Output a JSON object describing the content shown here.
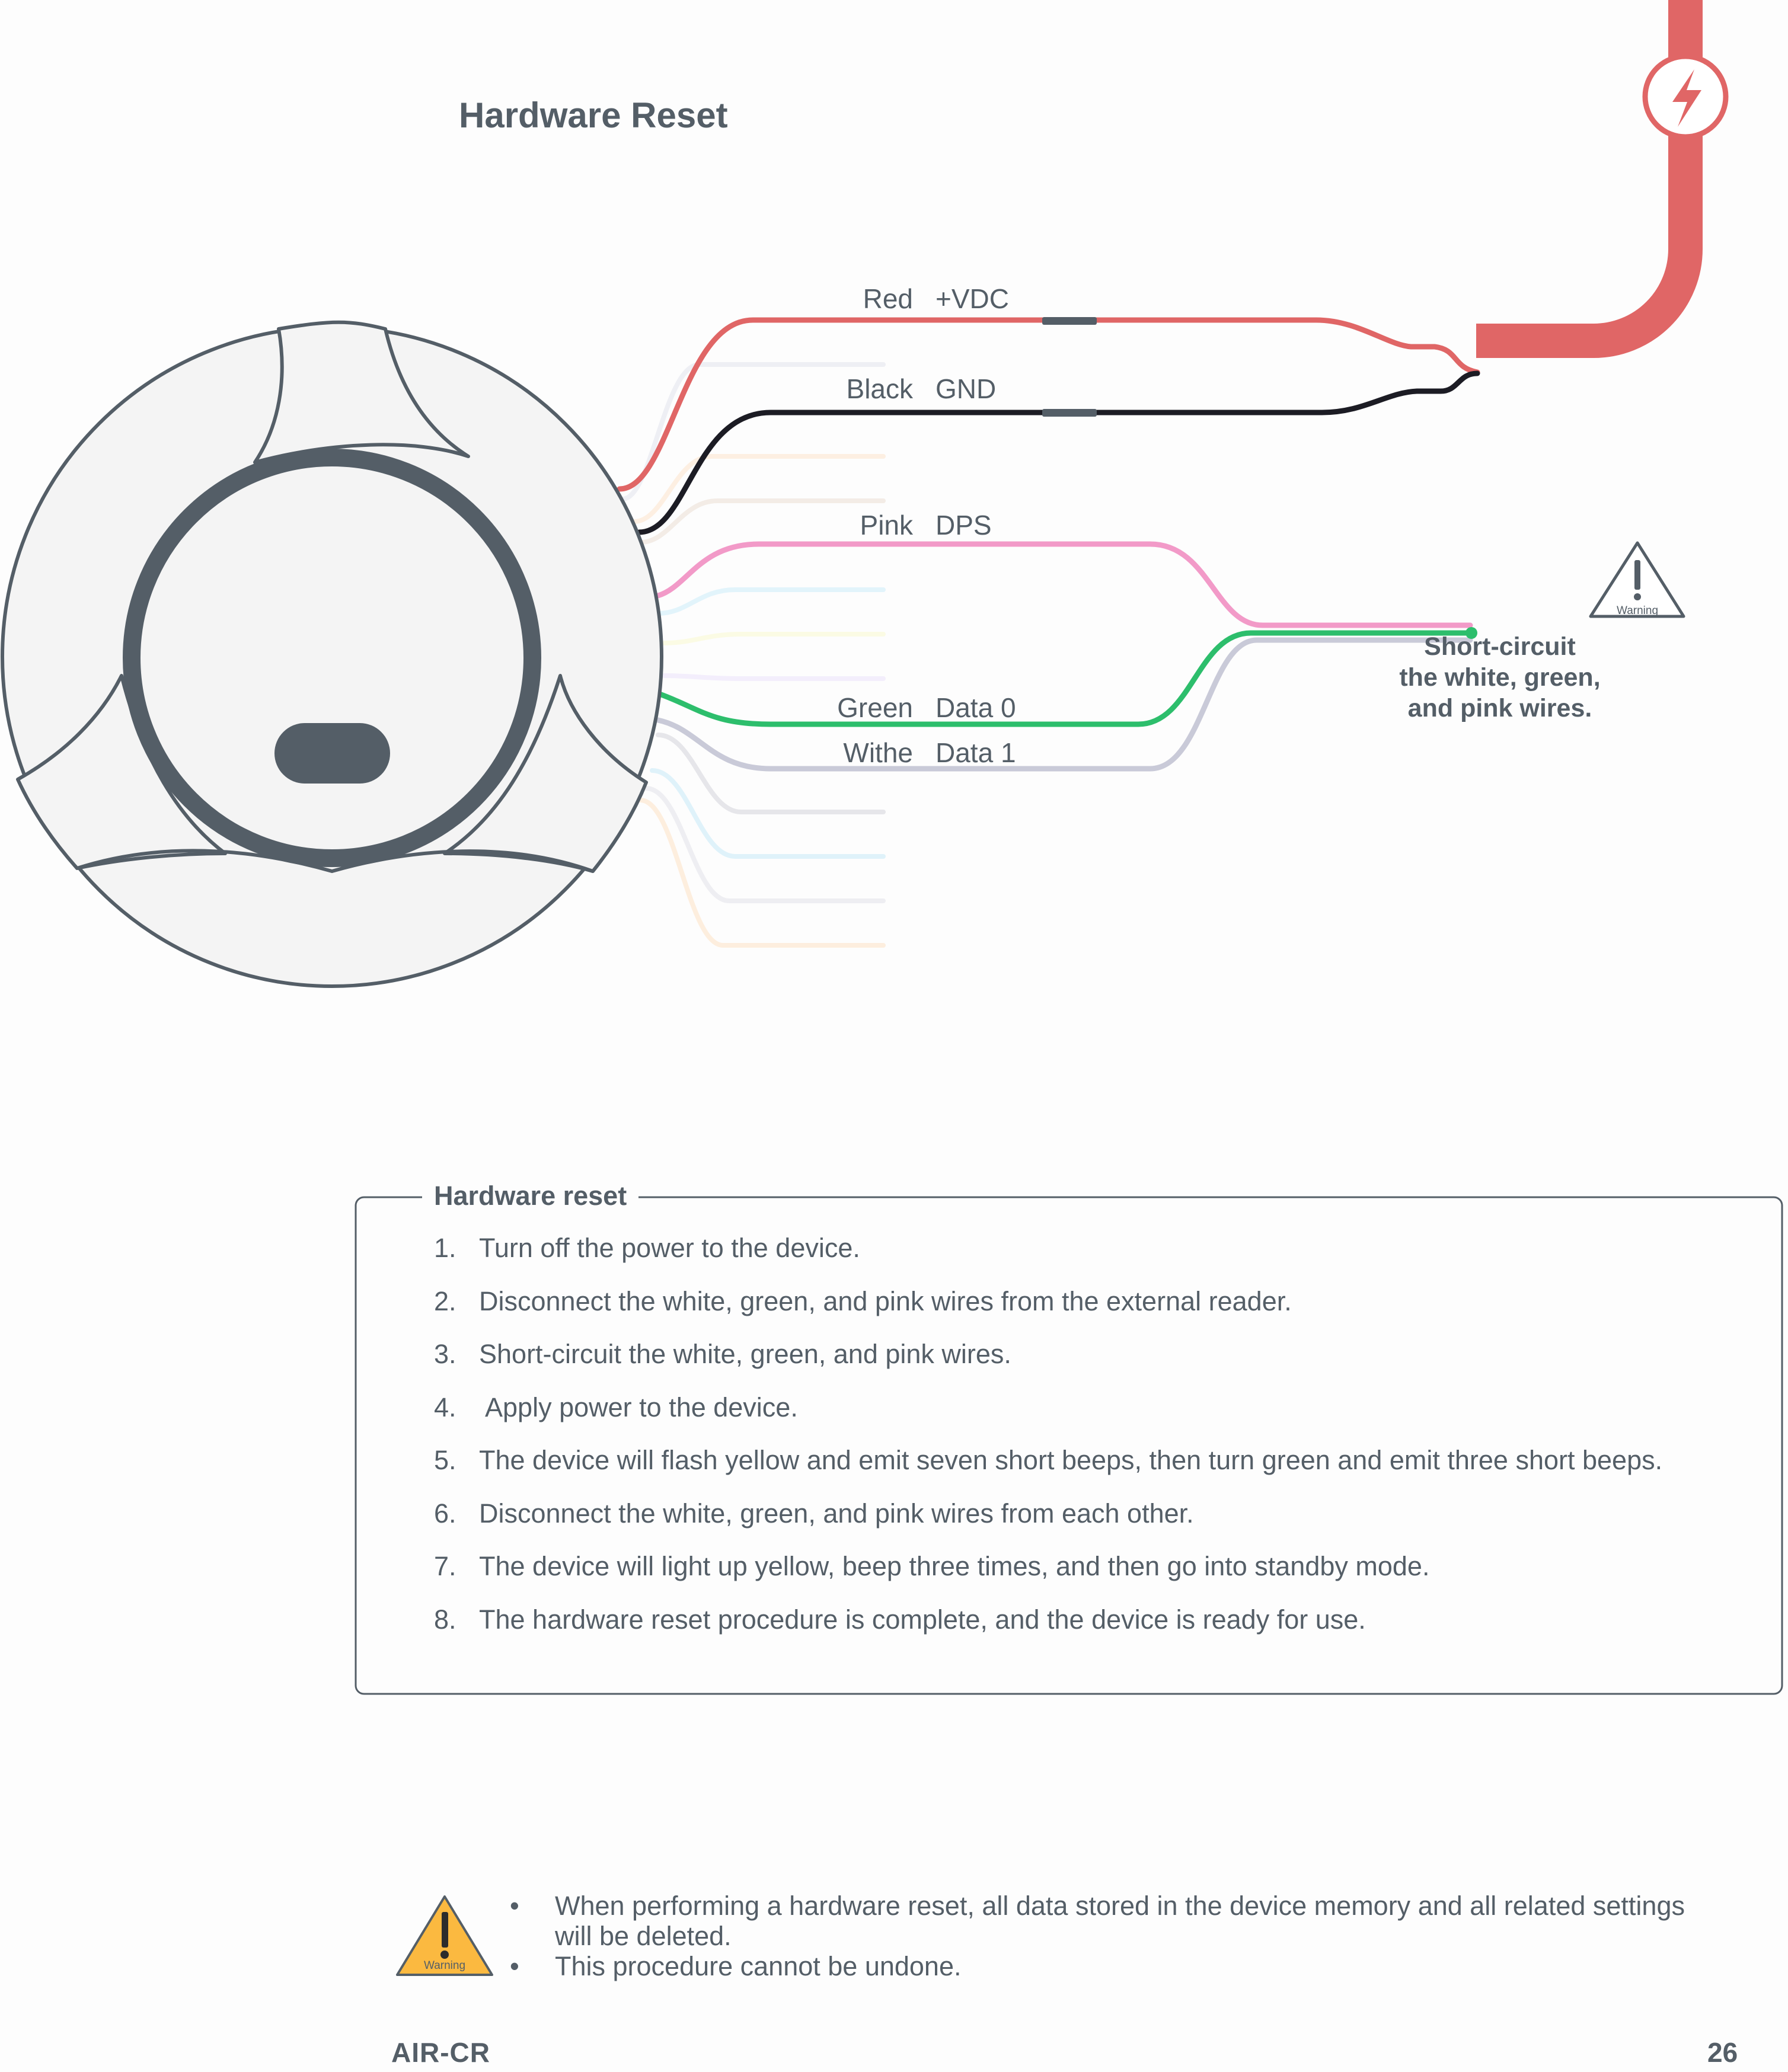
{
  "page": {
    "title": "Hardware Reset",
    "brand": "AIR-CR",
    "page_number": "26"
  },
  "wires": [
    {
      "color_name": "Red",
      "signal": "+VDC",
      "stroke": "#e06666"
    },
    {
      "color_name": "Black",
      "signal": "GND",
      "stroke": "#1c1c24"
    },
    {
      "color_name": "Pink",
      "signal": "DPS",
      "stroke": "#f29ac8"
    },
    {
      "color_name": "Green",
      "signal": "Data 0",
      "stroke": "#2dbe6c"
    },
    {
      "color_name": "Withe",
      "signal": "Data 1",
      "stroke": "#c9cad8"
    }
  ],
  "warning_badge": {
    "label": "Warning",
    "note_lines": [
      "Short-circuit",
      "the white, green,",
      "and pink wires."
    ]
  },
  "procedure": {
    "title": "Hardware reset",
    "steps": [
      {
        "num": "1.",
        "text": "Turn off the power to the device."
      },
      {
        "num": "2.",
        "text": "Disconnect the white, green, and pink wires from the external reader."
      },
      {
        "num": "3.",
        "text": "Short-circuit the white, green, and pink wires."
      },
      {
        "num": "4.",
        "text": " Apply power to the device."
      },
      {
        "num": "5.",
        "text": "The device will flash yellow and emit seven short beeps, then turn green and emit three short beeps."
      },
      {
        "num": "6.",
        "text": "Disconnect the white, green, and pink wires from each other."
      },
      {
        "num": "7.",
        "text": "The device will light up yellow, beep three times, and then go into standby mode."
      },
      {
        "num": "8.",
        "text": "The hardware reset procedure is complete, and the device is ready for use."
      }
    ]
  },
  "footer_warning": {
    "label": "Warning",
    "bullets": [
      "When performing a hardware reset, all data stored in the device memory and all related settings will be deleted.",
      "This procedure cannot be undone."
    ]
  },
  "colors": {
    "text": "#545e67",
    "power_cable": "#e06666",
    "device_outline": "#545e67",
    "device_fill": "#f4f4f4",
    "warning_yellow": "#fbb940"
  },
  "icons": {
    "power": "lightning-bolt-icon",
    "warning": "warning-triangle-icon"
  }
}
